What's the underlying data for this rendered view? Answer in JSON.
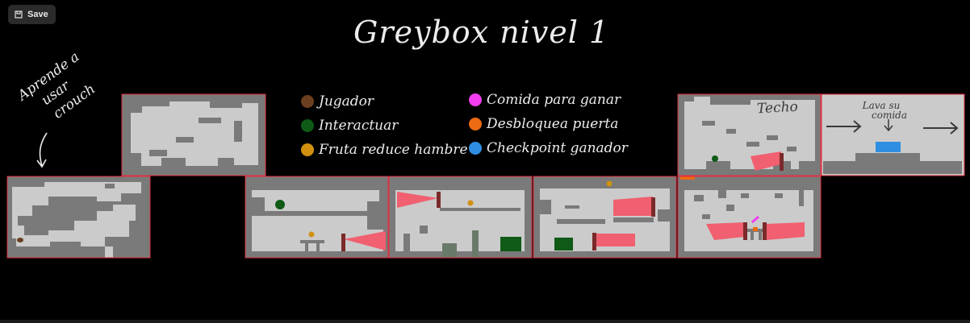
{
  "toolbar": {
    "save_label": "Save"
  },
  "title": "Greybox nivel 1",
  "legend": [
    {
      "label": "Jugador",
      "color": "#6b3f1f",
      "icon": "player-dot"
    },
    {
      "label": "Interactuar",
      "color": "#0f5a17",
      "icon": "interact-dot"
    },
    {
      "label": "Fruta reduce hambre",
      "color": "#d1900f",
      "icon": "fruit-dot"
    },
    {
      "label": "Comida para ganar",
      "color": "#f03df0",
      "icon": "food-dot"
    },
    {
      "label": "Desbloquea puerta",
      "color": "#ec6b12",
      "icon": "unlock-dot"
    },
    {
      "label": "Checkpoint ganador",
      "color": "#2f8ee2",
      "icon": "checkpoint-dot"
    }
  ],
  "notes": {
    "crouch": [
      "Aprende a",
      "usar",
      "crouch"
    ],
    "ceiling": "Techo",
    "lava": [
      "Lava su",
      "comida"
    ]
  },
  "colors": {
    "wall": "#7a7a7a",
    "floor": "#cbcbcb",
    "border": "#e03040",
    "laser": "#f06070",
    "post": "#7a2a2a"
  }
}
